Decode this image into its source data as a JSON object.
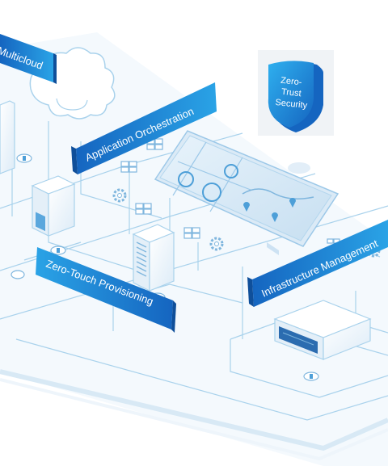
{
  "banners": {
    "multicloud": "Multicloud",
    "app_orchestration": "Application Orchestration",
    "zero_touch": "Zero-Touch Provisioning",
    "infra_mgmt": "Infrastructure Management"
  },
  "shield": {
    "line1": "Zero-",
    "line2": "Trust",
    "line3": "Security"
  },
  "colors": {
    "banner_dark": "#1565c0",
    "banner_light": "#2aa3e6",
    "line": "#a9d2ec",
    "platform": "#f4f9fd",
    "device": "#e9f2fa"
  },
  "icons": [
    "cloud-icon",
    "shield-icon",
    "server-icon",
    "dashboard-icon",
    "gear-icon",
    "node-icon",
    "tower-icon"
  ]
}
